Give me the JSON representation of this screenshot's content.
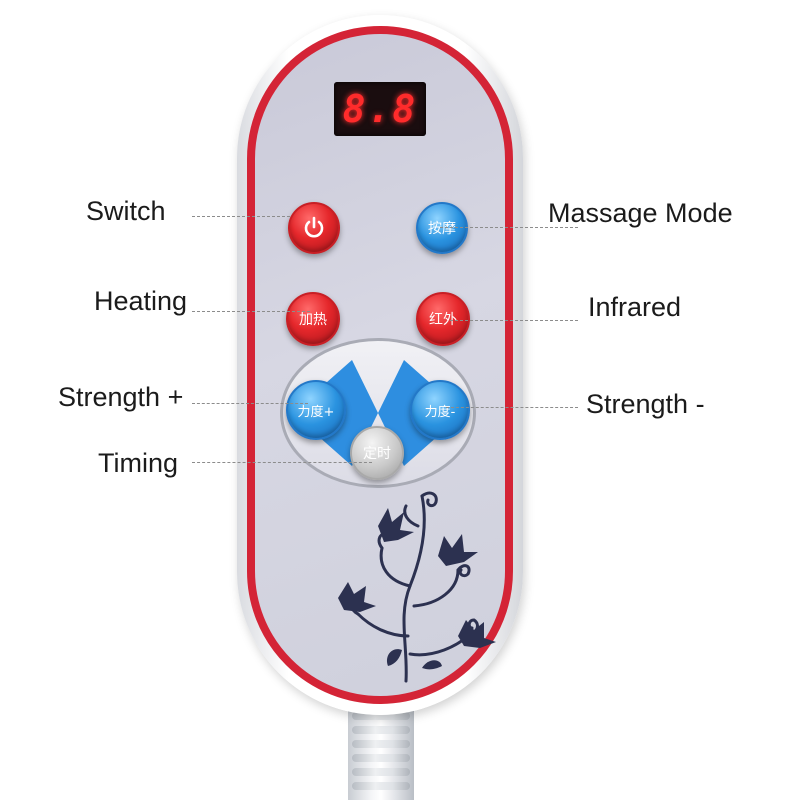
{
  "display": {
    "value": "8.8"
  },
  "buttons": {
    "switch": {
      "text": "",
      "icon": "power-icon",
      "color": "#e5272b"
    },
    "massage_mode": {
      "text": "按摩",
      "color": "#2a93e0"
    },
    "heating": {
      "text": "加热",
      "color": "#e5272b"
    },
    "infrared": {
      "text": "红外",
      "color": "#e5272b"
    },
    "strength_plus": {
      "text": "力度+",
      "color": "#2a93e0"
    },
    "strength_minus": {
      "text": "力度-",
      "color": "#2a93e0"
    },
    "timing": {
      "text": "定时",
      "color": "#c9c9c9"
    }
  },
  "labels": {
    "switch": "Switch",
    "massage_mode": "Massage Mode",
    "heating": "Heating",
    "infrared": "Infrared",
    "strength_plus": "Strength +",
    "strength_minus": "Strength -",
    "timing": "Timing"
  },
  "colors": {
    "rim": "#d42436",
    "panel": "#d1d1dd",
    "display_digits": "#ff2b2b",
    "flower": "#2c3150"
  }
}
